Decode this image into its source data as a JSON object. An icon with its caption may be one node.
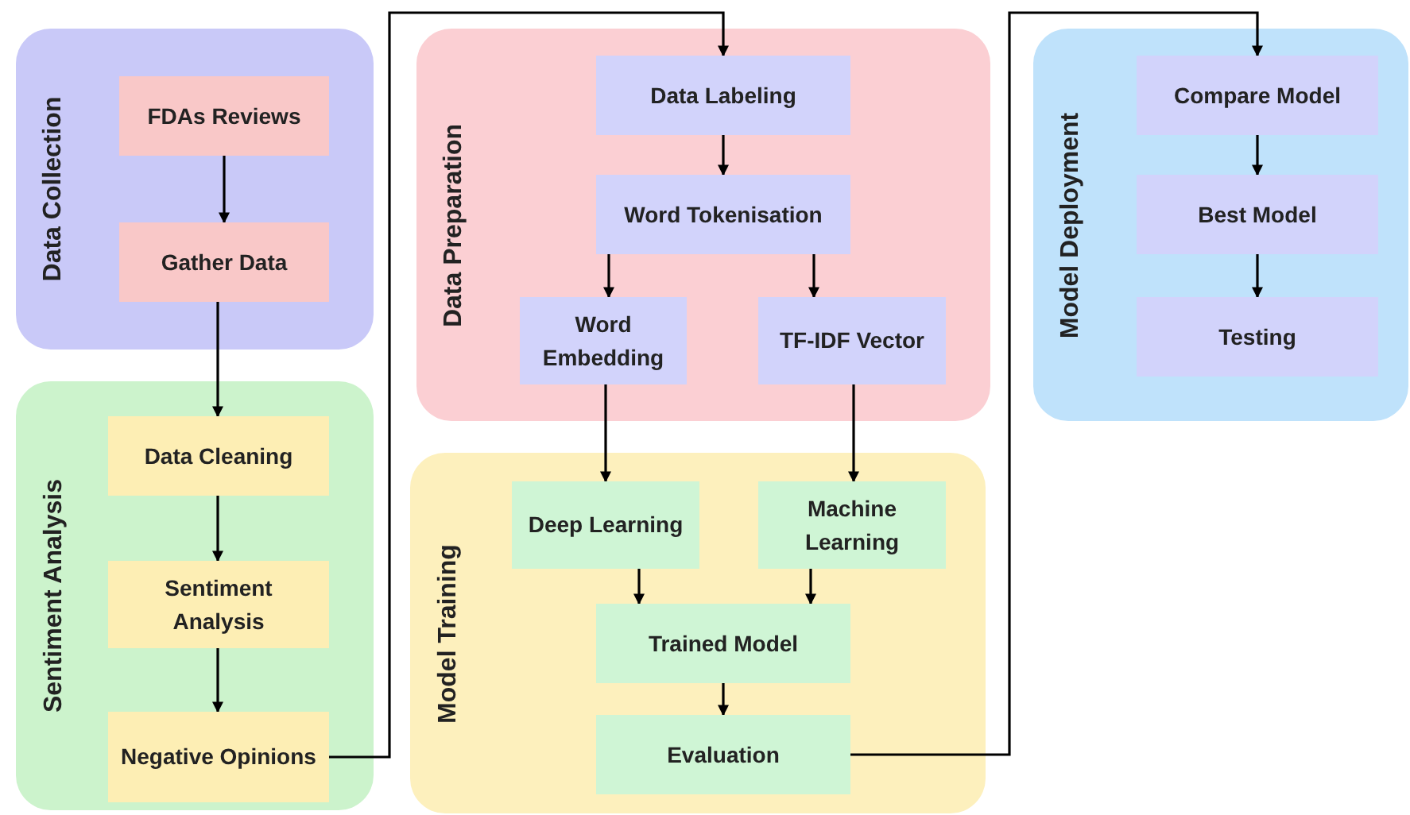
{
  "diagram": {
    "nodes": [
      {
        "text": [
          "Data Collection"
        ]
      },
      {
        "text": [
          "FDAs Reviews"
        ],
        "in": 0
      },
      {
        "text": [
          "Gather Data"
        ],
        "in": 0
      },
      {
        "text": [
          "Sentiment Analysis"
        ]
      },
      {
        "text": [
          "Data Cleaning"
        ],
        "in": 3
      },
      {
        "text": [
          "Sentiment Analysis"
        ],
        "in": 3
      },
      {
        "text": [
          "Negative Opinions"
        ],
        "in": 3
      },
      {
        "text": [
          "Data Preparation"
        ]
      },
      {
        "text": [
          "Data Labeling"
        ],
        "in": 7
      },
      {
        "text": [
          "Word Tokenisation"
        ],
        "in": 7
      },
      {
        "text": [
          "Word Embedding"
        ],
        "in": 7
      },
      {
        "text": [
          "TF-IDF Vector"
        ],
        "in": 7
      },
      {
        "text": [
          "Model Training"
        ]
      },
      {
        "text": [
          "Deep Learning"
        ],
        "in": 12
      },
      {
        "text": [
          "Machine Learning"
        ],
        "in": 12
      },
      {
        "text": [
          "Trained Model"
        ],
        "in": 12
      },
      {
        "text": [
          "Evaluation"
        ],
        "in": 12
      },
      {
        "text": [
          "Model Deployment"
        ]
      },
      {
        "text": [
          "Compare Model"
        ],
        "in": 17
      },
      {
        "text": [
          "Best Model"
        ],
        "in": 17
      },
      {
        "text": [
          "Testing"
        ],
        "in": 17
      }
    ],
    "edges": [
      {
        "from": 1,
        "to": 2,
        "arrow": "to"
      },
      {
        "from": 2,
        "to": 4,
        "arrow": "to"
      },
      {
        "from": 4,
        "to": 5,
        "arrow": "to"
      },
      {
        "from": 5,
        "to": 6,
        "arrow": "to"
      },
      {
        "from": 6,
        "to": 8,
        "arrow": "to"
      },
      {
        "from": 8,
        "to": 9,
        "arrow": "to"
      },
      {
        "from": 9,
        "to": 10,
        "arrow": "to"
      },
      {
        "from": 9,
        "to": 11,
        "arrow": "to"
      },
      {
        "from": 10,
        "to": 13,
        "arrow": "to"
      },
      {
        "from": 11,
        "to": 14,
        "arrow": "to"
      },
      {
        "from": 13,
        "to": 15,
        "arrow": "to"
      },
      {
        "from": 14,
        "to": 15,
        "arrow": "to"
      },
      {
        "from": 15,
        "to": 16,
        "arrow": "to"
      },
      {
        "from": 16,
        "to": 18,
        "arrow": "to"
      },
      {
        "from": 18,
        "to": 19,
        "arrow": "to"
      },
      {
        "from": 19,
        "to": 20,
        "arrow": "to"
      }
    ]
  }
}
